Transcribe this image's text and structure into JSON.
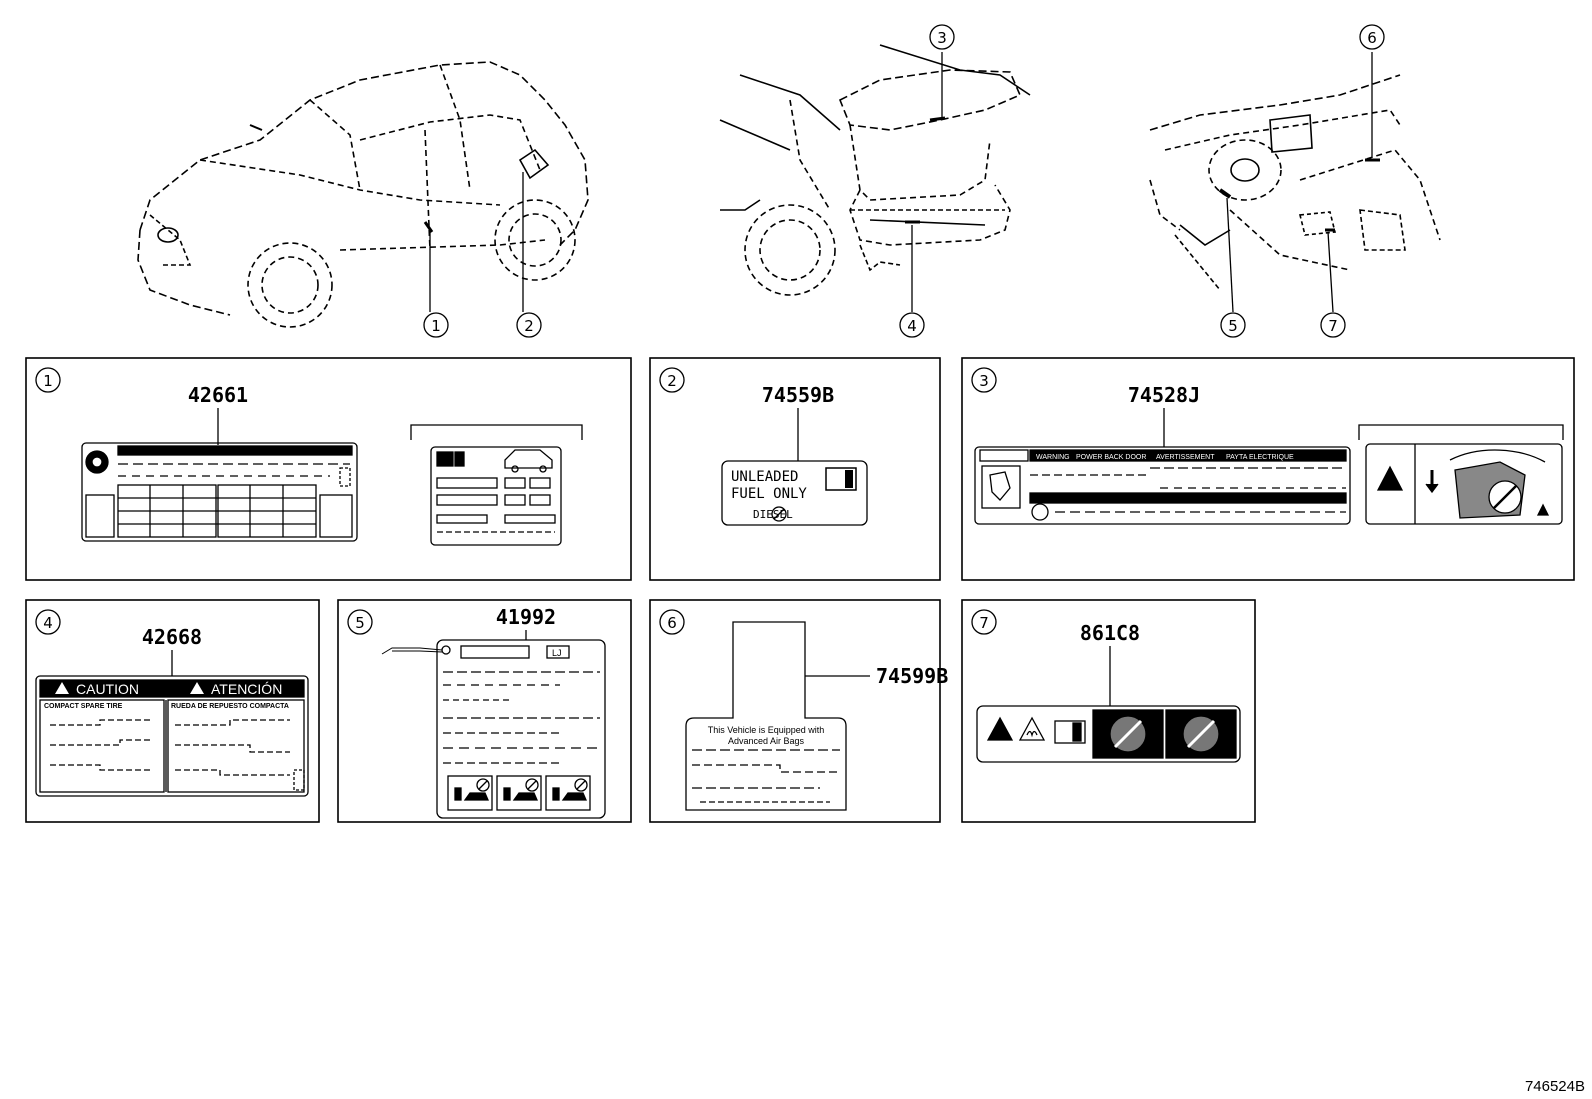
{
  "diagram_id": "746524B",
  "callouts": [
    "1",
    "2",
    "3",
    "4",
    "5",
    "6",
    "7"
  ],
  "panels": [
    {
      "index": "1",
      "part_number": "42661"
    },
    {
      "index": "2",
      "part_number": "74559B",
      "label_lines": [
        "UNLEADED",
        "FUEL ONLY",
        "DIESEL"
      ]
    },
    {
      "index": "3",
      "part_number": "74528J",
      "label_header": [
        "WARNING",
        "POWER BACK DOOR",
        "AVERTISSEMENT",
        "PAYTA ELECTRIQUE"
      ]
    },
    {
      "index": "4",
      "part_number": "42668",
      "label_header": [
        "CAUTION",
        "ATENCIÓN"
      ],
      "columns": [
        "COMPACT SPARE TIRE",
        "RUEDA DE REPUESTO COMPACTA"
      ]
    },
    {
      "index": "5",
      "part_number": "41992",
      "tag": "LJ"
    },
    {
      "index": "6",
      "part_number": "74599B",
      "label_lines": [
        "This Vehicle is Equipped with",
        "Advanced Air Bags"
      ]
    },
    {
      "index": "7",
      "part_number": "861C8"
    }
  ]
}
